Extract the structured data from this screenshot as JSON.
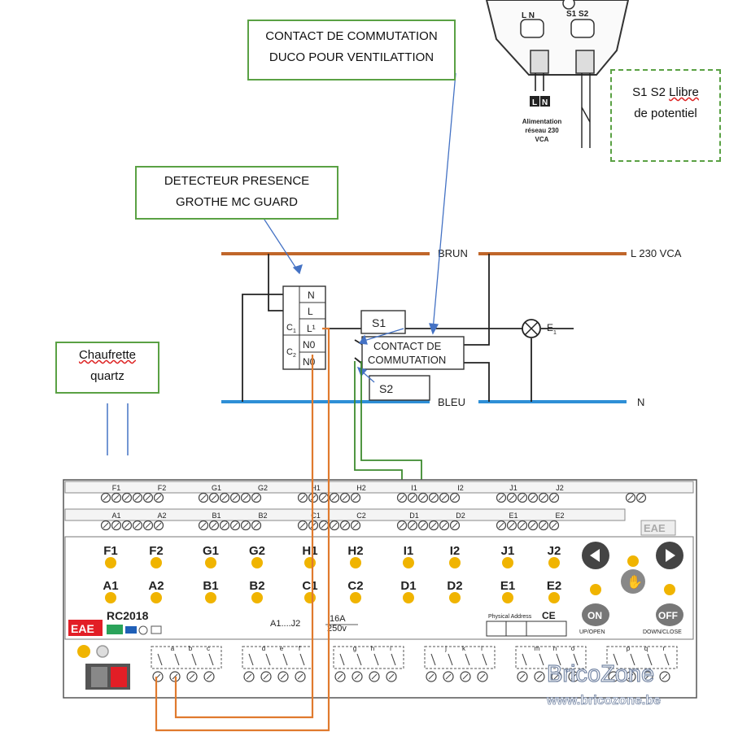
{
  "callouts": {
    "duco": {
      "line1": "CONTACT DE COMMUTATION",
      "line2": "DUCO POUR VENTILATTION"
    },
    "detector": {
      "line1": "DETECTEUR PRESENCE",
      "line2": "GROTHE MC GUARD"
    },
    "heater": {
      "line1": "Chaufrette",
      "line2": "quartz"
    },
    "s1s2": {
      "line1a": "S1  S2 ",
      "line1b": "Llibre",
      "line2": "de potentiel"
    }
  },
  "duco_device": {
    "terminal_labels": "L N",
    "s_labels": "S1 S2",
    "power_label_line1": "Alimentation",
    "power_label_line2": "réseau 230",
    "power_label_line3": "VCA",
    "l_badge": "L",
    "n_badge": "N"
  },
  "schematic": {
    "brun": "BRUN",
    "l230": "L 230 VCA",
    "bleu": "BLEU",
    "n": "N",
    "terminals": [
      "N",
      "L",
      "L¹",
      "N0",
      "N0"
    ],
    "c1": "C",
    "c1_sub": "1",
    "c2": "C",
    "c2_sub": "2",
    "s1": "S1",
    "s2": "S2",
    "contact_line1": "CONTACT DE",
    "contact_line2": "COMMUTATION",
    "lamp": "E",
    "lamp_sub": "1"
  },
  "actuator": {
    "top_row1": [
      "F1",
      "F2",
      "G1",
      "G2",
      "H1",
      "H2",
      "I1",
      "I2",
      "J1",
      "J2"
    ],
    "top_row2": [
      "A1",
      "A2",
      "B1",
      "B2",
      "C1",
      "C2",
      "D1",
      "D2",
      "E1",
      "E2"
    ],
    "led_row1": [
      "F1",
      "F2",
      "G1",
      "G2",
      "H1",
      "H2",
      "I1",
      "I2",
      "J1",
      "J2"
    ],
    "led_row2": [
      "A1",
      "A2",
      "B1",
      "B2",
      "C1",
      "C2",
      "D1",
      "D2",
      "E1",
      "E2"
    ],
    "brand": "EAE",
    "model": "RC2018",
    "rating_channels": "A1....J2",
    "rating_current": "16A",
    "rating_voltage": "250v",
    "phys_address": "Physical Address",
    "ce": "CE",
    "on": "ON",
    "off": "OFF",
    "up_open": "UP/OPEN",
    "down_close": "DOWN/CLOSE",
    "bottom_letters": [
      "a",
      "b",
      "c",
      "d",
      "e",
      "f",
      "g",
      "h",
      "i",
      "j",
      "k",
      "l",
      "m",
      "n",
      "o",
      "p",
      "q",
      "r"
    ]
  },
  "watermark": {
    "logo": "BricoZone",
    "url": "www.bricozone.be"
  },
  "colors": {
    "callout_border": "#5aa144",
    "brun": "#c0662a",
    "bleu": "#2e8fd6",
    "led": "#f0b400",
    "arrow": "#4472c4",
    "green_wire": "#3d8a2e",
    "orange_wire": "#e07a2e"
  }
}
